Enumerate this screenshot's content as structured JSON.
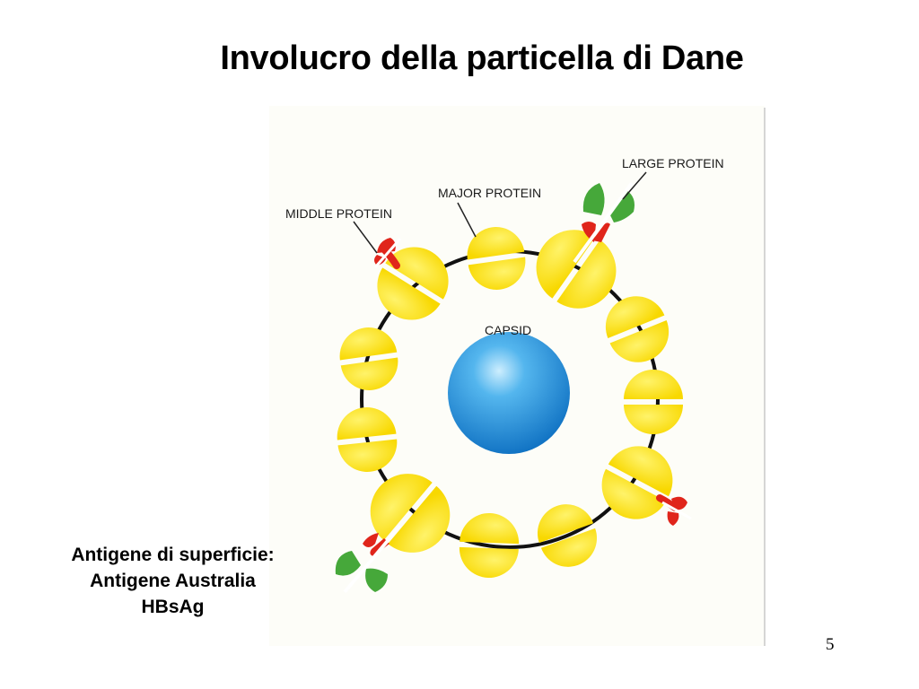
{
  "slide": {
    "title": "Involucro della particella di Dane",
    "page_number": "5"
  },
  "caption": {
    "line1": "Antigene di superficie:",
    "line2": "Antigene Australia",
    "line3": "HBsAg"
  },
  "diagram": {
    "labels": {
      "large_protein": "LARGE PROTEIN",
      "major_protein": "MAJOR PROTEIN",
      "middle_protein": "MIDDLE PROTEIN",
      "capsid": "CAPSID"
    },
    "colors": {
      "major_protein": "#ffe81a",
      "middle_protein_domain": "#e0251b",
      "large_protein_domain": "#46a83a",
      "capsid": "#1e8fd6",
      "envelope": "#111111"
    }
  }
}
